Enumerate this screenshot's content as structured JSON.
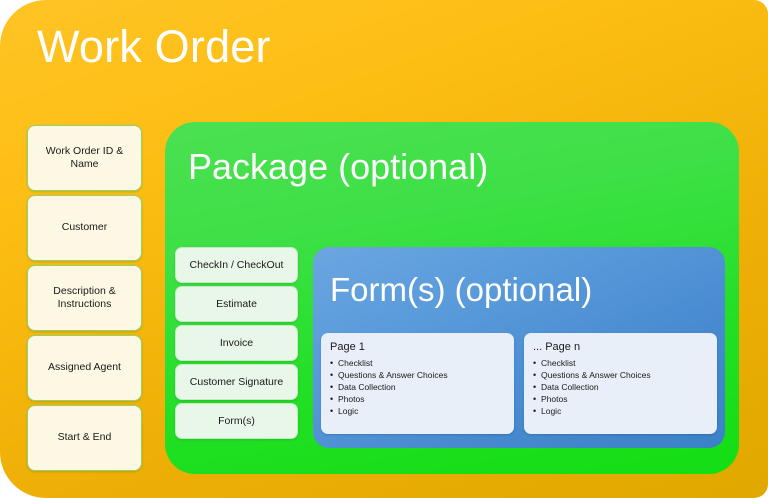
{
  "work_order": {
    "title": "Work Order",
    "accent_color": "#F5B800",
    "attributes": [
      {
        "label": "Work Order ID & Name"
      },
      {
        "label": "Customer"
      },
      {
        "label": "Description & Instructions"
      },
      {
        "label": "Assigned Agent"
      },
      {
        "label": "Start & End"
      }
    ]
  },
  "package": {
    "title": "Package (optional)",
    "accent_color": "#2EDF35",
    "features": [
      {
        "label": "CheckIn / CheckOut"
      },
      {
        "label": "Estimate"
      },
      {
        "label": "Invoice"
      },
      {
        "label": "Customer Signature"
      },
      {
        "label": "Form(s)"
      }
    ]
  },
  "forms": {
    "title": "Form(s) (optional)",
    "accent_color": "#4E90D3",
    "pages": [
      {
        "title": "Page 1",
        "items": [
          "Checklist",
          "Questions & Answer Choices",
          "Data Collection",
          "Photos",
          "Logic"
        ]
      },
      {
        "title": "... Page n",
        "items": [
          "Checklist",
          "Questions & Answer Choices",
          "Data Collection",
          "Photos",
          "Logic"
        ]
      }
    ]
  }
}
